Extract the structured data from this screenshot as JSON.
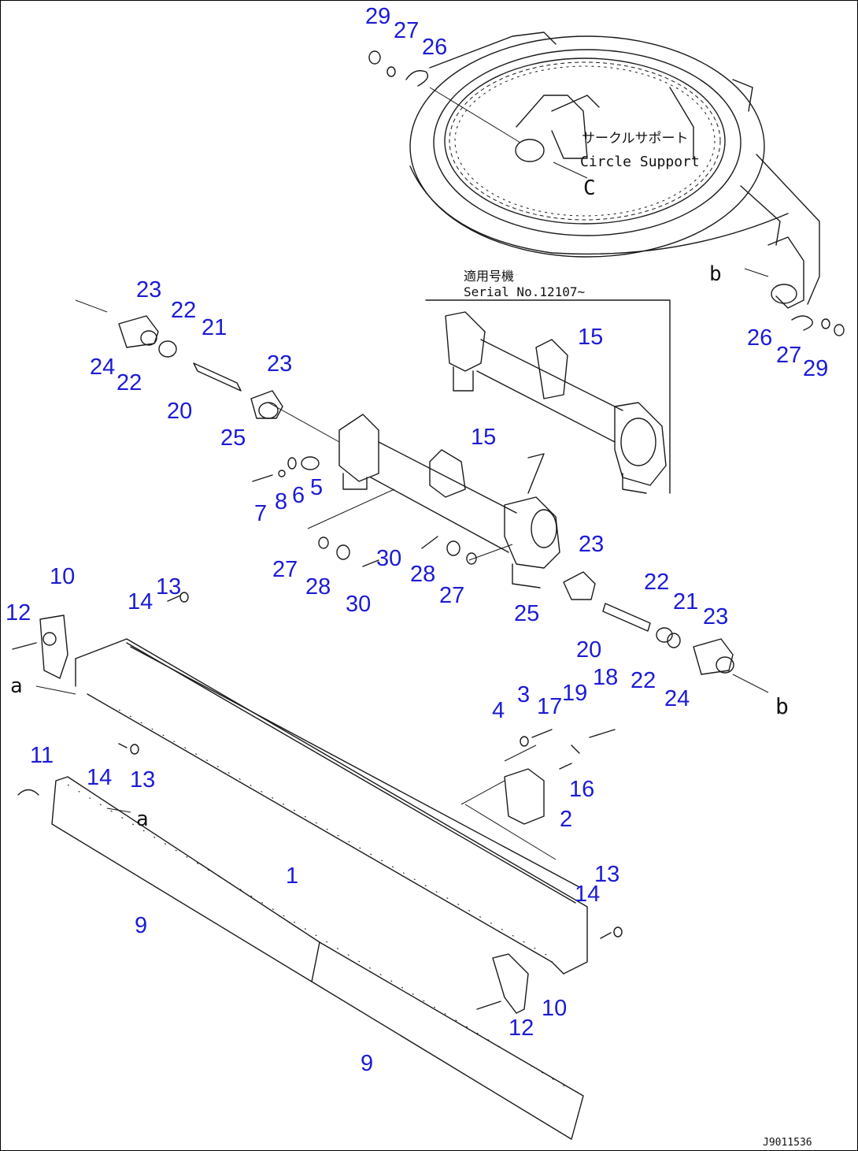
{
  "drawing_code": "J9011536",
  "circle_support": {
    "jp": "サークルサポート",
    "en": "Circle Support"
  },
  "serial_box": {
    "jp": "適用号機",
    "en": "Serial No.12107~"
  },
  "view_letters": {
    "a": "a",
    "b": "b",
    "c": "C"
  },
  "part_labels": [
    "1",
    "2",
    "3",
    "4",
    "5",
    "6",
    "7",
    "8",
    "9",
    "9",
    "10",
    "10",
    "11",
    "12",
    "12",
    "13",
    "13",
    "13",
    "14",
    "14",
    "14",
    "15",
    "15",
    "16",
    "17",
    "18",
    "19",
    "20",
    "20",
    "21",
    "21",
    "22",
    "22",
    "22",
    "22",
    "23",
    "23",
    "23",
    "23",
    "24",
    "24",
    "25",
    "25",
    "26",
    "26",
    "27",
    "27",
    "27",
    "27",
    "28",
    "28",
    "29",
    "29",
    "30",
    "30"
  ],
  "colors": {
    "label": "#1b1bd6",
    "line": "#1a1a1a"
  }
}
